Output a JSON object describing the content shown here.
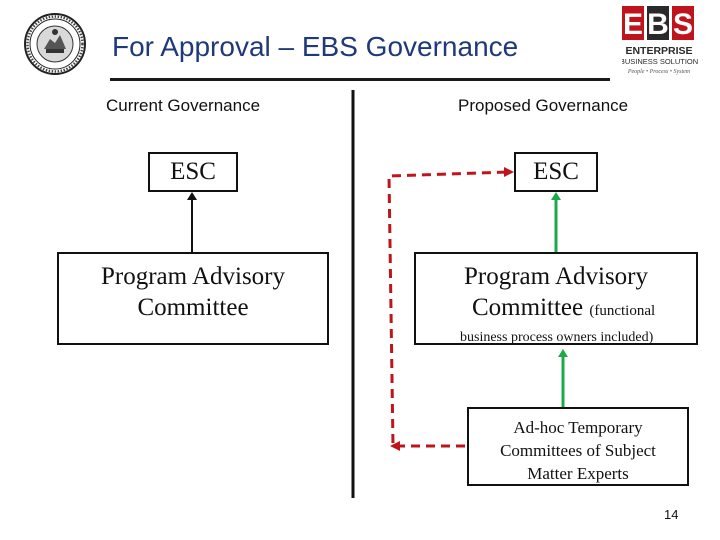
{
  "header": {
    "title": "For Approval – EBS Governance",
    "logo": {
      "letters": [
        "E",
        "B",
        "S"
      ],
      "line1": "ENTERPRISE",
      "line2": "BUSINESS SOLUTION",
      "tagline": "People • Process • System"
    }
  },
  "current": {
    "heading": "Current Governance",
    "top_box": "ESC",
    "bottom_box": [
      "Program Advisory",
      "Committee"
    ]
  },
  "proposed": {
    "heading": "Proposed Governance",
    "top_box": "ESC",
    "middle_box": {
      "line1": "Program Advisory",
      "line2": "Committee",
      "line2_small": "(functional",
      "line3": "business process owners included)"
    },
    "bottom_box": [
      "Ad-hoc Temporary",
      "Committees of Subject",
      "Matter Experts"
    ]
  },
  "colors": {
    "title": "#1f3a7a",
    "arrow_current": "#111111",
    "arrow_proposed": "#1ea84a",
    "dashed_arrow": "#c0141c",
    "logo_red": "#c0141c",
    "logo_dark": "#2a2a2a"
  },
  "page_number": "14"
}
